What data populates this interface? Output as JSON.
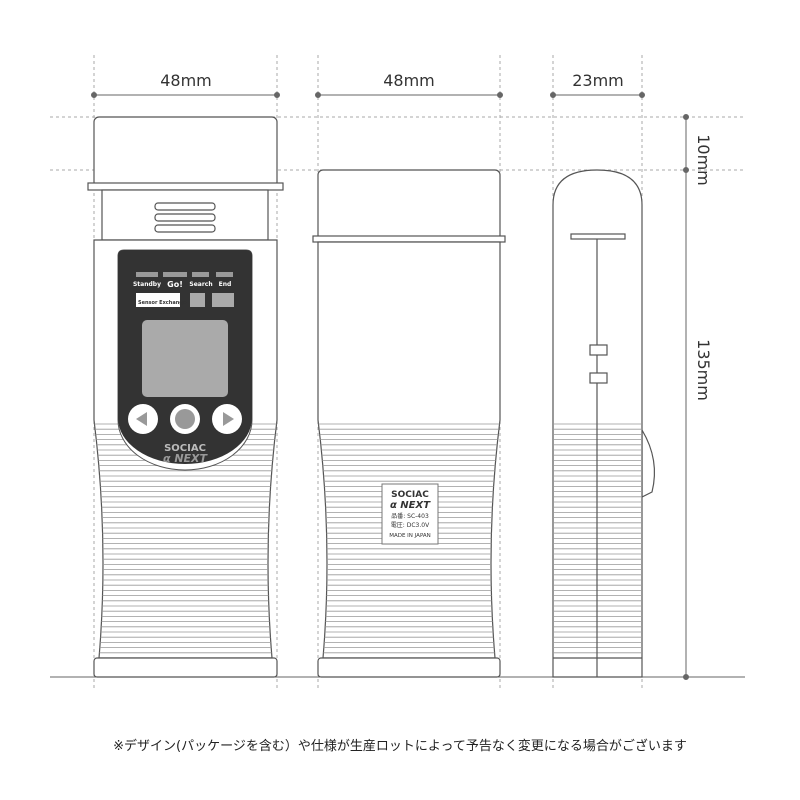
{
  "dimensions": {
    "width_front": "48mm",
    "width_back": "48mm",
    "depth": "23mm",
    "cap_height": "10mm",
    "body_height": "135mm"
  },
  "front_panel": {
    "buttons": [
      "Standby",
      "Go!",
      "Search",
      "End"
    ],
    "sensor_label": "Sensor Exchange",
    "brand": "SOCIAC",
    "model": "α NEXT"
  },
  "back_label": {
    "brand": "SOCIAC",
    "model": "α NEXT",
    "part_no": "品番: SC-403",
    "voltage": "電圧: DC3.0V",
    "origin": "MADE IN JAPAN"
  },
  "note": "※デザイン(パッケージを含む）や仕様が生産ロットによって予告なく変更になる場合がございます",
  "colors": {
    "panel": "#333333",
    "line": "#555555",
    "screen": "#aaaaaa"
  }
}
